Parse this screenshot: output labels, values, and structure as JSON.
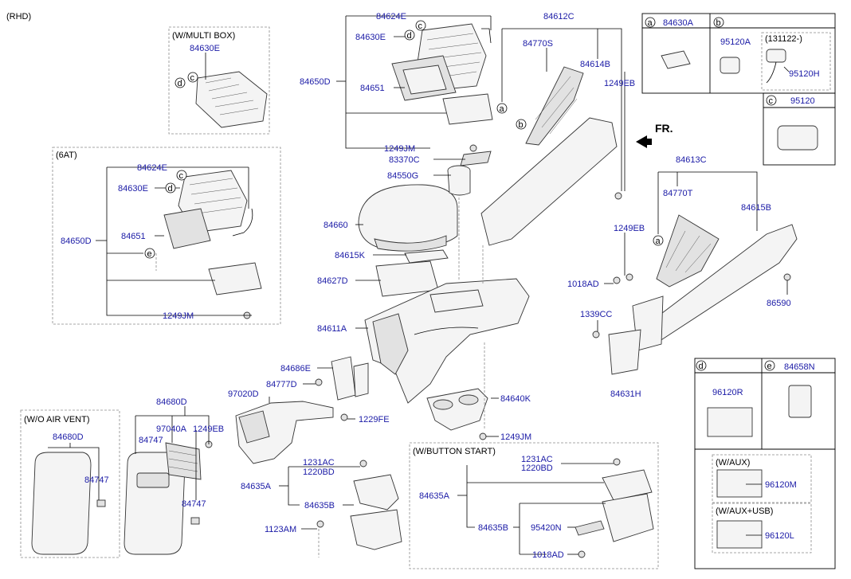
{
  "header": {
    "variant_note": "(RHD)"
  },
  "sections": {
    "multi_box": "(W/MULTI BOX)",
    "six_at": "(6AT)",
    "wo_air_vent": "(W/O AIR VENT)",
    "button_start": "(W/BUTTON START)",
    "aux": "(W/AUX)",
    "aux_usb": "(W/AUX+USB)",
    "date_note": "(131122-)",
    "fr_label": "FR."
  },
  "markers": {
    "a": "a",
    "b": "b",
    "c": "c",
    "d": "d",
    "e": "e"
  },
  "parts": {
    "p84624E": "84624E",
    "p84630E": "84630E",
    "p84650D": "84650D",
    "p84651": "84651",
    "p84612C": "84612C",
    "p84770S": "84770S",
    "p84614B": "84614B",
    "p1249EB": "1249EB",
    "p1249JM": "1249JM",
    "p83370C": "83370C",
    "p84550G": "84550G",
    "p84660": "84660",
    "p84615K": "84615K",
    "p84627D": "84627D",
    "p84611A": "84611A",
    "p84686E": "84686E",
    "p84777D": "84777D",
    "p97020D": "97020D",
    "p84680D": "84680D",
    "p97040A": "97040A",
    "p84747": "84747",
    "p1229FE": "1229FE",
    "p84640K": "84640K",
    "p1231AC": "1231AC",
    "p1220BD": "1220BD",
    "p84635A": "84635A",
    "p84635B": "84635B",
    "p1123AM": "1123AM",
    "p95420N": "95420N",
    "p1018AD": "1018AD",
    "p84613C": "84613C",
    "p84770T": "84770T",
    "p84615B": "84615B",
    "p86590": "86590",
    "p1339CC": "1339CC",
    "p84631H": "84631H",
    "p84630A": "84630A",
    "p95120A": "95120A",
    "p95120H": "95120H",
    "p95120": "95120",
    "p84658N": "84658N",
    "p96120R": "96120R",
    "p96120M": "96120M",
    "p96120L": "96120L"
  }
}
